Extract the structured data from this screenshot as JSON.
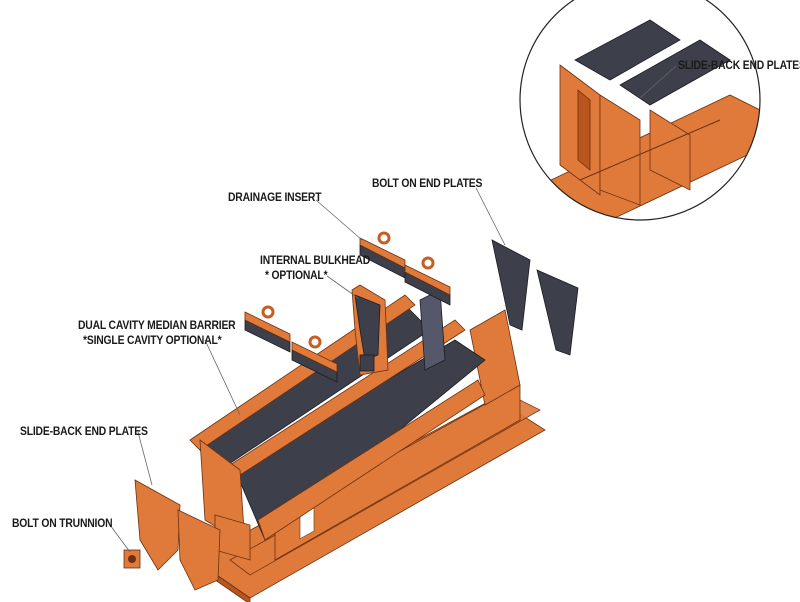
{
  "labels": {
    "slide_back_top": "SLIDE-BACK END PLATES",
    "bolt_on_end_plates": "BOLT ON END PLATES",
    "drainage_insert": "DRAINAGE INSERT",
    "internal_bulkhead": "INTERNAL BULKHEAD",
    "internal_bulkhead_note": "* OPTIONAL*",
    "dual_cavity": "DUAL CAVITY MEDIAN BARRIER",
    "dual_cavity_note": "*SINGLE CAVITY OPTIONAL*",
    "slide_back_bottom": "SLIDE-BACK END PLATES",
    "bolt_on_trunnion": "BOLT ON TRUNNION"
  },
  "colors": {
    "steel_orange": "#e07a3a",
    "liner_dark": "#3d3f4a"
  }
}
